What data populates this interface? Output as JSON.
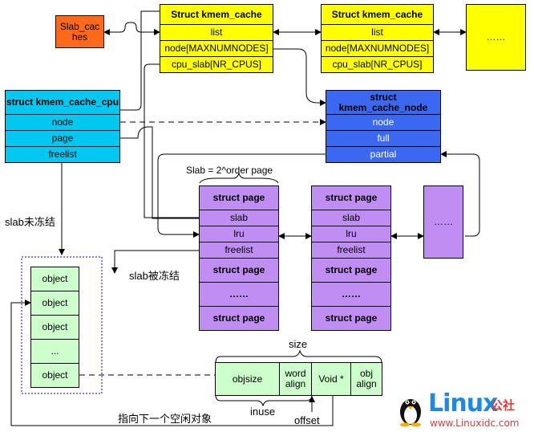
{
  "slab_caches": "Slab_caches",
  "kmem_cache_1": {
    "title": "Struct kmem_cache",
    "list": "list",
    "node": "node[MAXNUMNODES]",
    "cpu_slab": "cpu_slab[NR_CPUS]"
  },
  "kmem_cache_2": {
    "title": "Struct kmem_cache",
    "list": "list",
    "node": "node[MAXNUMNODES]",
    "cpu_slab": "cpu_slab[NR_CPUS]"
  },
  "ellipsis_yellow": "……",
  "cpu": {
    "title": "struct kmem_cache_cpu",
    "node": "node",
    "page": "page",
    "freelist": "freelist"
  },
  "kcnode": {
    "title": "struct kmem_cache_node",
    "node": "node",
    "full": "full",
    "partial": "partial"
  },
  "slab_order_label": "Slab = 2^order page",
  "page_col_1": {
    "sp_top": "struct page",
    "slab": "slab",
    "lru": "lru",
    "freelist": "freelist",
    "sp_mid": "struct page",
    "dots": "……",
    "sp_bot": "struct page"
  },
  "page_col_2": {
    "sp_top": "struct page",
    "slab": "slab",
    "lru": "lru",
    "freelist": "freelist",
    "sp_mid": "struct page",
    "dots": "……",
    "sp_bot": "struct page"
  },
  "ellipsis_purple": "……",
  "slab_unfrozen": "slab未冻结",
  "slab_frozen": "slab被冻结",
  "objects": [
    "object",
    "object",
    "object",
    "...",
    "object"
  ],
  "layout_row": {
    "objsize": "objsize",
    "word_align_1": "word",
    "word_align_2": "align",
    "void": "Void *",
    "obj_align_1": "obj",
    "obj_align_2": "align"
  },
  "size_label": "size",
  "inuse_label": "inuse",
  "offset_label": "offset",
  "next_free_label": "指向下一个空闲对象",
  "logo": {
    "word": "Linux",
    "cn": "公社",
    "url": "www.Linuxidc.com"
  },
  "colors": {
    "yellow": "#ffff00",
    "orange": "#ff6a1a",
    "cyan": "#00c8f0",
    "blue": "#3a68f0",
    "purple": "#c08ef2",
    "green": "#ccffcc"
  }
}
